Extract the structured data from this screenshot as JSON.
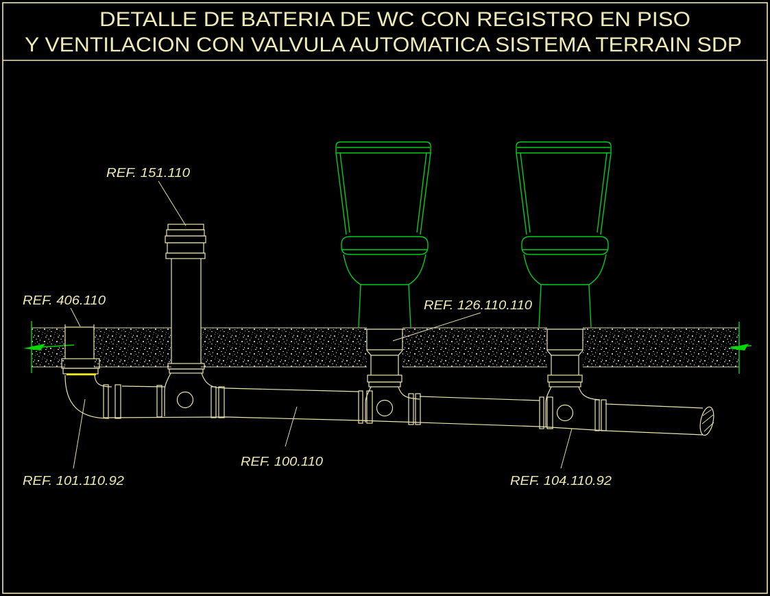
{
  "title": {
    "line1": "DETALLE DE BATERIA DE WC CON REGISTRO EN PISO",
    "line2": "Y VENTILACION CON VALVULA AUTOMATICA SISTEMA TERRAIN SDP"
  },
  "labels": {
    "vent_valve_ref": "REF. 151.110",
    "floor_inlet_ref": "REF. 406.110",
    "wc_connector_ref": "REF. 126.110.110",
    "main_pipe_ref": "REF. 100.110",
    "elbow_ref": "REF. 101.110.92",
    "tee_ref": "REF. 104.110.92"
  },
  "colors": {
    "background": "#000000",
    "drawing_line": "#EDE7AE",
    "highlight_yellow": "#F4F400",
    "fixture_green": "#00CD1E",
    "break_mark_green": "#00D800",
    "slab_speckle_gray": "#A8A8A8"
  }
}
